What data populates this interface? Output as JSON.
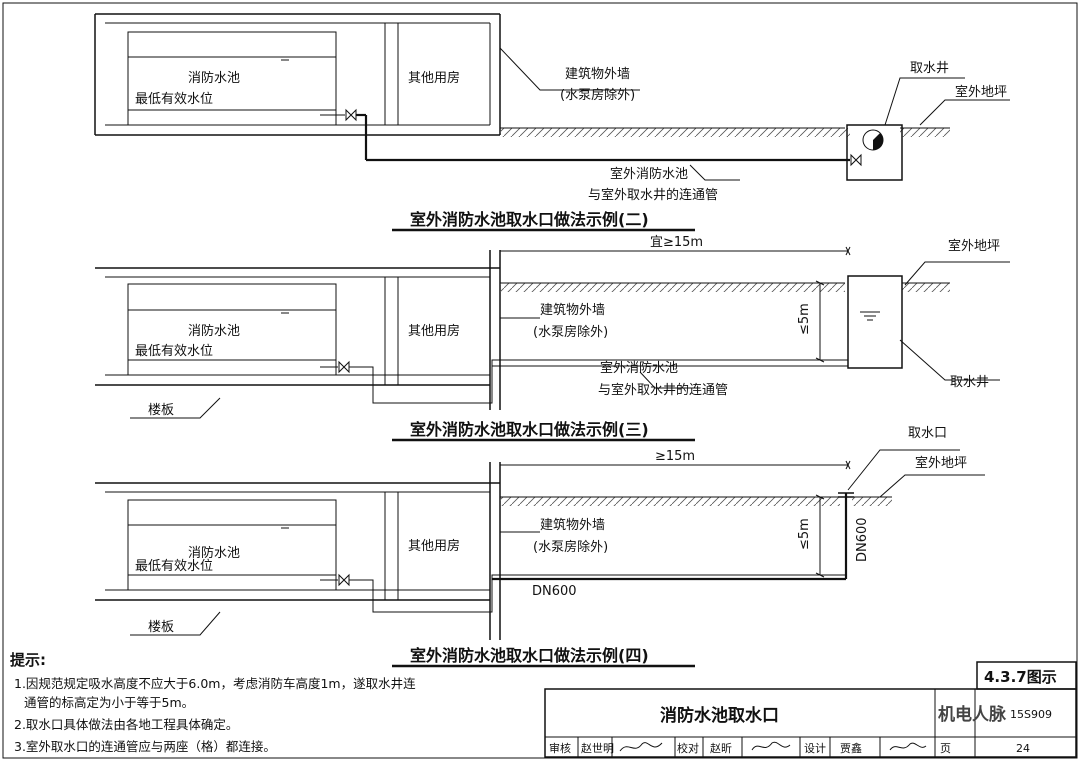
{
  "diagram_2": {
    "title": "室外消防水池取水口做法示例(二)",
    "pool_label": "消防水池",
    "water_level_label": "最低有效水位",
    "room_label": "其他用房",
    "wall_label_1": "建筑物外墙",
    "wall_label_2": "(水泵房除外)",
    "well_label": "取水井",
    "ground_label": "室外地坪",
    "pipe_label_1": "室外消防水池",
    "pipe_label_2": "与室外取水井的连通管"
  },
  "diagram_3": {
    "title": "室外消防水池取水口做法示例(三)",
    "pool_label": "消防水池",
    "water_level_label": "最低有效水位",
    "room_label": "其他用房",
    "wall_label_1": "建筑物外墙",
    "wall_label_2": "(水泵房除外)",
    "distance_label": "宜≥15m",
    "depth_label": "≤5m",
    "ground_label": "室外地坪",
    "pipe_label_1": "室外消防水池",
    "pipe_label_2": "与室外取水井的连通管",
    "well_label": "取水井",
    "floor_label": "楼板"
  },
  "diagram_4": {
    "title": "室外消防水池取水口做法示例(四)",
    "pool_label": "消防水池",
    "water_level_label": "最低有效水位",
    "room_label": "其他用房",
    "wall_label_1": "建筑物外墙",
    "wall_label_2": "(水泵房除外)",
    "distance_label": "≥15m",
    "depth_label": "≤5m",
    "intake_label": "取水口",
    "ground_label": "室外地坪",
    "pipe_size_label": "DN600",
    "riser_size_label": "DN600",
    "floor_label": "楼板"
  },
  "notes": {
    "heading": "提示:",
    "items": [
      "1.因规范规定吸水高度不应大于6.0m，考虑消防车高度1m，遂取水井连",
      "通管的标高定为小于等于5m。",
      "2.取水口具体做法由各地工程具体确定。",
      "3.室外取水口的连通管应与两座（格）都连接。"
    ]
  },
  "title_block": {
    "drawing_no": "4.3.7图示",
    "drawing_title": "消防水池取水口",
    "reviewer_label": "审核",
    "reviewer_name": "赵世明",
    "checker_label": "校对",
    "checker_name": "赵昕",
    "designer_label": "设计",
    "designer_name": "贾鑫",
    "page_label": "页",
    "page_no": "24",
    "atlas_no": "15S909",
    "watermark": "机电人脉"
  }
}
